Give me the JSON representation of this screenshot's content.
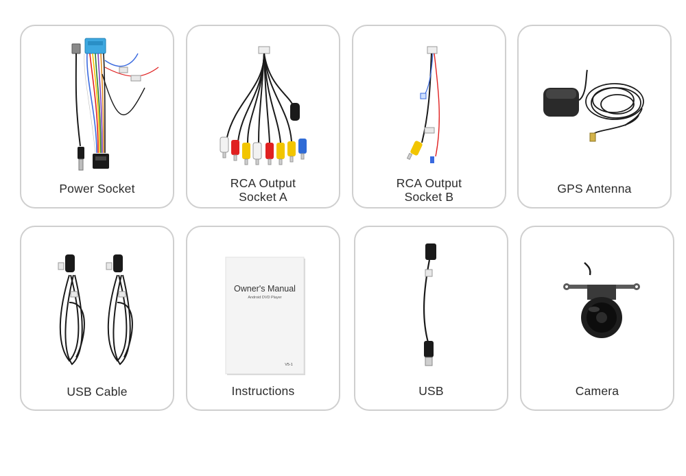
{
  "items": [
    {
      "lines": [
        "Power Socket"
      ],
      "icon": "wiring-harness-icon"
    },
    {
      "lines": [
        "RCA Output",
        "Socket A"
      ],
      "icon": "rca-cable-icon"
    },
    {
      "lines": [
        "RCA Output",
        "Socket B"
      ],
      "icon": "rca-cable-icon"
    },
    {
      "lines": [
        "GPS Antenna"
      ],
      "icon": "gps-antenna-icon"
    },
    {
      "lines": [
        "USB Cable"
      ],
      "icon": "usb-cable-icon"
    },
    {
      "lines": [
        "Instructions"
      ],
      "icon": "manual-booklet-icon"
    },
    {
      "lines": [
        "USB"
      ],
      "icon": "usb-adapter-icon"
    },
    {
      "lines": [
        "Camera"
      ],
      "icon": "camera-icon"
    }
  ],
  "manual": {
    "title": "Owner's Manual",
    "subtitle": "Android DVD Player",
    "version": "V5-1"
  },
  "colors": {
    "card_border": "#cfcfcf",
    "label": "#2b2b2b",
    "cable": "#1a1a1a",
    "rca_red": "#e02020",
    "rca_yellow": "#f2c500",
    "rca_white": "#f2f2f2",
    "rca_blue": "#2f6bd6",
    "connector_blue": "#3ea8e0"
  }
}
